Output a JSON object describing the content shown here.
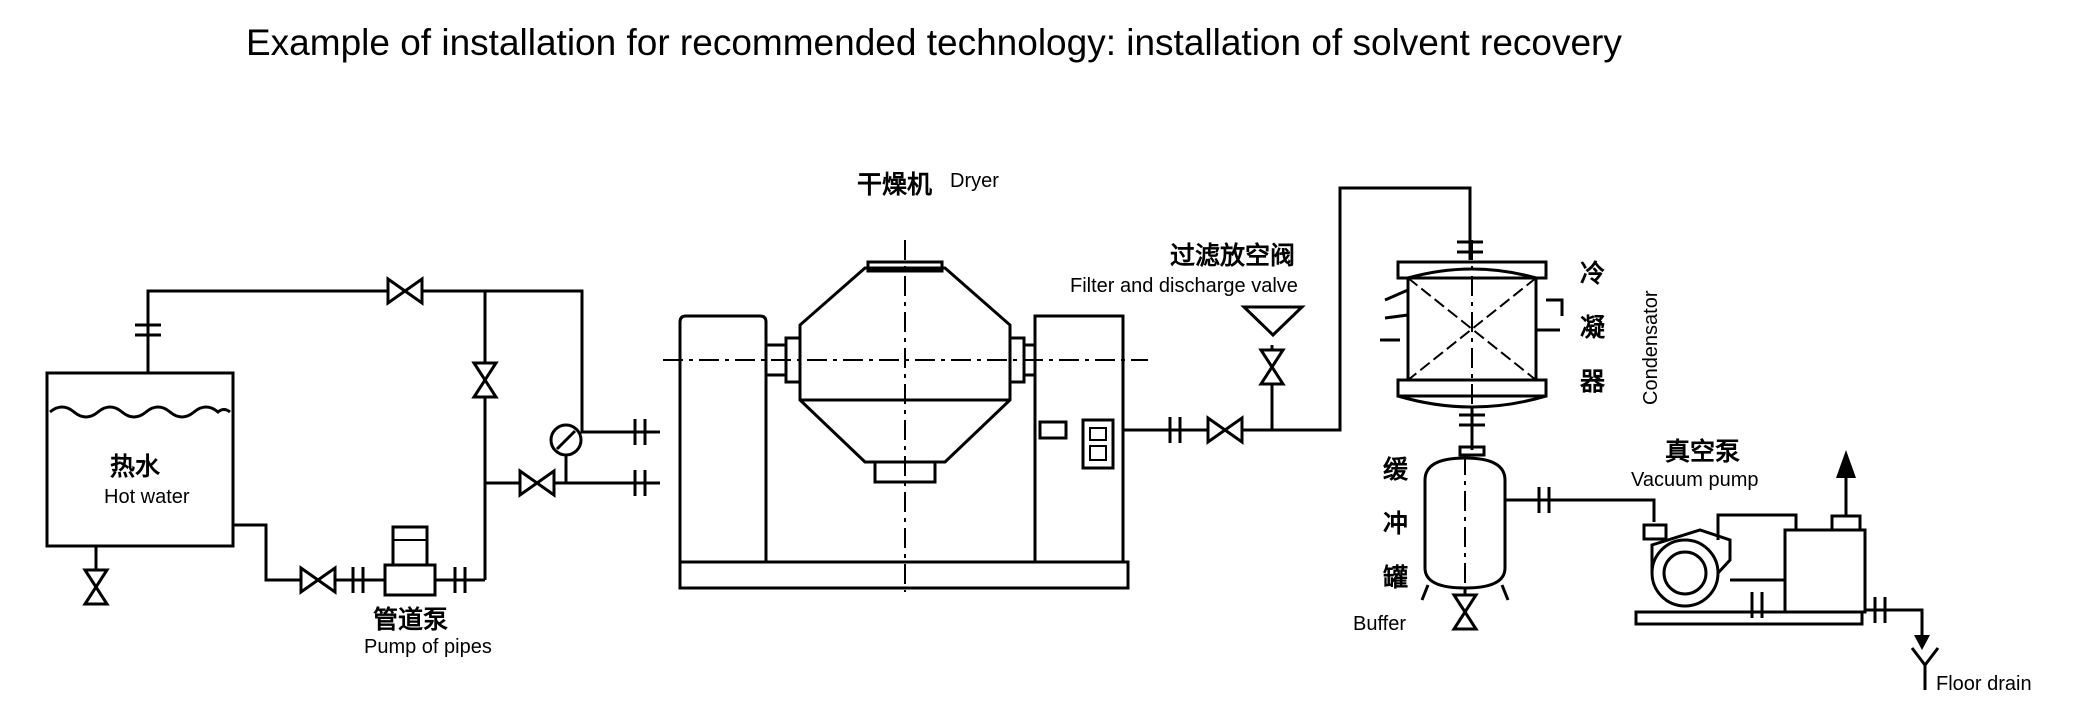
{
  "title": "Example of installation for recommended technology: installation of solvent recovery",
  "labels": {
    "dryer_zh": "干燥机",
    "dryer_en": "Dryer",
    "filter_zh": "过滤放空阀",
    "filter_en": "Filter and discharge valve",
    "condenser_zh_1": "冷",
    "condenser_zh_2": "凝",
    "condenser_zh_3": "器",
    "condenser_en": "Condensator",
    "hotwater_zh": "热水",
    "hotwater_en": "Hot water",
    "pump_zh": "管道泵",
    "pump_en": "Pump of pipes",
    "buffer_zh_1": "缓",
    "buffer_zh_2": "冲",
    "buffer_zh_3": "罐",
    "buffer_en": "Buffer",
    "vacuum_zh": "真空泵",
    "vacuum_en": "Vacuum pump",
    "floor_drain": "Floor drain"
  }
}
